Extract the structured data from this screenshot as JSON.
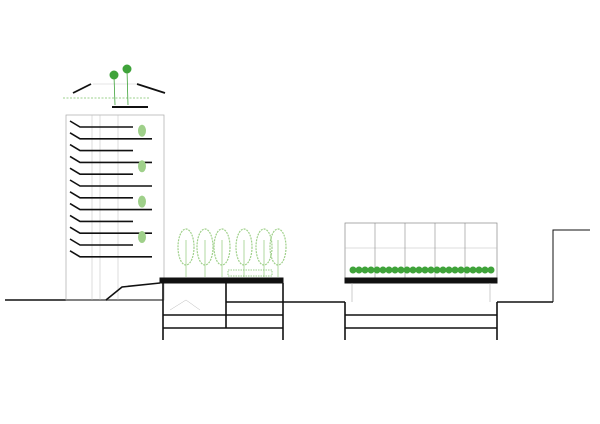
{
  "drawing": {
    "type": "architectural-section",
    "colors": {
      "background": "#ffffff",
      "structure": "#111111",
      "thin_line": "#9a9a9a",
      "vegetation_light": "#9fd08a",
      "vegetation_dark": "#3fa33a",
      "rooftop_planting": "#7cc46a"
    },
    "tower_floor_count": 12,
    "tree_count": 6
  }
}
